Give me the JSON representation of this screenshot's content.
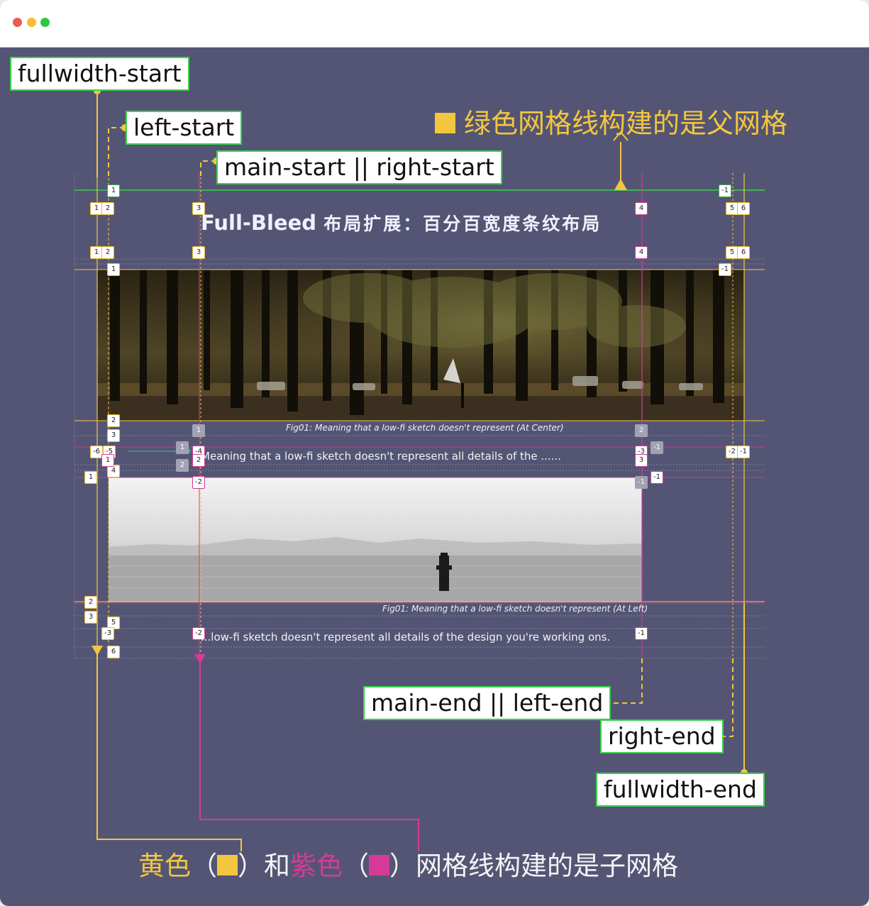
{
  "window": {
    "controls": [
      "close",
      "minimize",
      "maximize"
    ],
    "colors": {
      "close": "#ee5a52",
      "minimize": "#f5bd2f",
      "maximize": "#2ec840"
    }
  },
  "labels": {
    "fullwidth_start": "fullwidth-start",
    "left_start": "left-start",
    "main_start": "main-start || right-start",
    "main_end": "main-end || left-end",
    "right_end": "right-end",
    "fullwidth_end": "fullwidth-end"
  },
  "legend": {
    "parent_grid": "绿色网格线构建的是父网格",
    "child_prefix_yellow": "黄色",
    "paren_open": "（",
    "paren_close": "）",
    "and": "和",
    "child_purple": "紫色",
    "child_suffix": "网格线构建的是子网格"
  },
  "page": {
    "title_en": "Full-Bleed",
    "title_cn": "布局扩展：百分百宽度条纹布局",
    "caption_center": "Fig01: Meaning that a low-fi sketch doesn't represent (At Center)",
    "body_1": "Meaning that a low-fi sketch doesn't represent all details of the ......",
    "caption_left": "Fig01: Meaning that a low-fi sketch doesn't represent (At Left)",
    "body_2": "...low-fi sketch doesn't represent all details of the design you're working ons."
  },
  "grid_numbers": {
    "row_top": [
      "1",
      "-1"
    ],
    "col_top": [
      "1",
      "2",
      "3",
      "4",
      "5",
      "6"
    ],
    "row_mid": [
      "1",
      "-1"
    ],
    "fig_rows": [
      "2",
      "3",
      "4"
    ],
    "sub_cols_a": [
      "-6",
      "-5",
      "1",
      "2",
      "-4",
      "-3",
      "-2",
      "-1"
    ],
    "sub_rows": [
      "1",
      "2",
      "3",
      "4",
      "5",
      "6",
      "-1",
      "-2",
      "-3"
    ]
  },
  "colors": {
    "background": "#545574",
    "parent_grid": "#3ad04a",
    "yellow_grid": "#f3c63f",
    "purple_grid": "#d63a98"
  }
}
